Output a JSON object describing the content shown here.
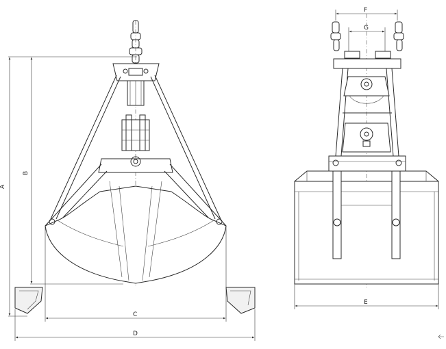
{
  "dimensions": {
    "A": "A",
    "B": "B",
    "C": "C",
    "D": "D",
    "E": "E",
    "F": "F",
    "G": "G"
  },
  "colors": {
    "line": "#2a2a2a",
    "background": "#ffffff"
  }
}
